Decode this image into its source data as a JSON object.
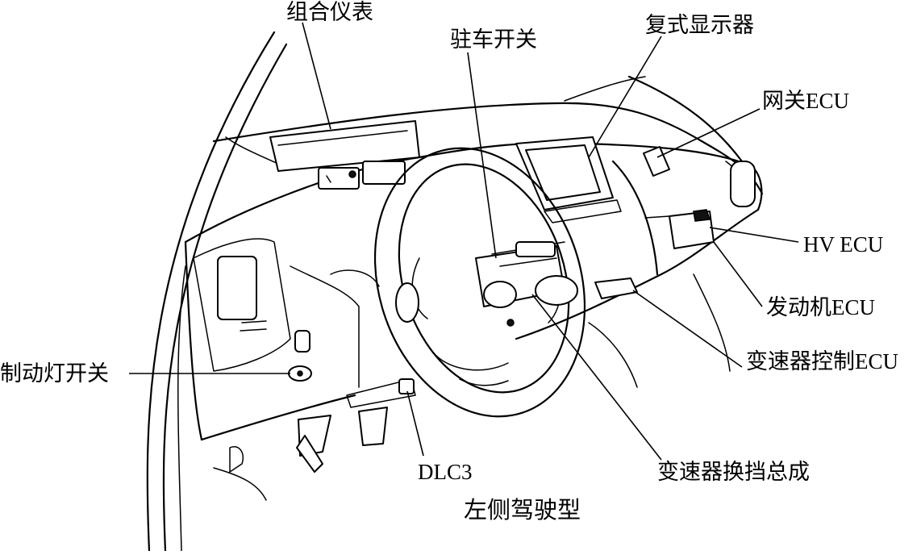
{
  "diagram": {
    "labels": {
      "combination_meter": "组合仪表",
      "parking_switch": "驻车开关",
      "multi_display": "复式显示器",
      "gateway_ecu": "网关ECU",
      "hv_ecu": "HV ECU",
      "engine_ecu": "发动机ECU",
      "transmission_control_ecu": "变速器控制ECU",
      "brake_light_switch": "制动灯开关",
      "dlc3": "DLC3",
      "shift_lever_assembly": "变速器换挡总成"
    },
    "caption": "左侧驾驶型"
  }
}
